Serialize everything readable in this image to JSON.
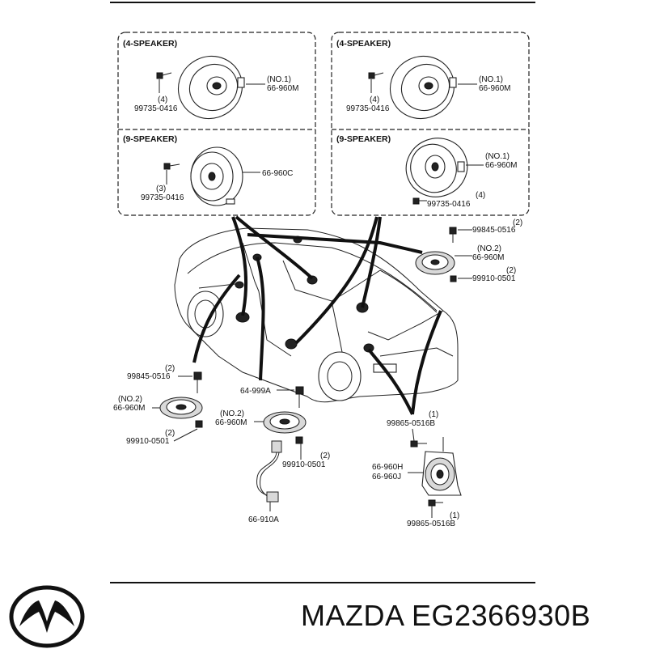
{
  "panels": {
    "top_left_header": "(4-SPEAKER)",
    "top_left_screw_part": "99735-0416",
    "top_left_screw_qty": "(4)",
    "top_left_speaker_no": "(NO.1)",
    "top_left_speaker_part": "66-960M",
    "top_right_header": "(4-SPEAKER)",
    "top_right_screw_part": "99735-0416",
    "top_right_screw_qty": "(4)",
    "top_right_speaker_no": "(NO.1)",
    "top_right_speaker_part": "66-960M",
    "mid_left_header": "(9-SPEAKER)",
    "mid_left_speaker_part": "66-960C",
    "mid_left_screw_part": "99735-0416",
    "mid_left_screw_qty": "(3)",
    "mid_right_header": "(9-SPEAKER)",
    "mid_right_speaker_no": "(NO.1)",
    "mid_right_speaker_part": "66-960M",
    "mid_right_screw_part": "99735-0416",
    "mid_right_screw_qty": "(4)"
  },
  "callouts": {
    "rear_bolt_qty": "(2)",
    "rear_bolt_part": "99845-0516",
    "rear_speaker_no": "(NO.2)",
    "rear_speaker_part": "66-960M",
    "rear_nut_qty": "(2)",
    "rear_nut_part": "99910-0501",
    "left_bolt_qty": "(2)",
    "left_bolt_part": "99845-0516",
    "left_speaker_no": "(NO.2)",
    "left_speaker_part": "66-960M",
    "left_nut_qty": "(2)",
    "left_nut_part": "99910-0501",
    "center_bolt_part": "64-999A",
    "center_speaker_no": "(NO.2)",
    "center_speaker_part": "66-960M",
    "center_nut_qty": "(2)",
    "center_nut_part": "99910-0501",
    "harness_part": "66-910A",
    "tweeter_top_qty": "(1)",
    "tweeter_top_part": "99865-0516B",
    "tweeter_part_h": "66-960H",
    "tweeter_part_j": "66-960J",
    "tweeter_bottom_qty": "(1)",
    "tweeter_bottom_part": "99865-0516B"
  },
  "caption": {
    "brand": "MAZDA",
    "part_number": "EG2366930B"
  },
  "icons": {
    "logo": "mazda-logo-icon"
  },
  "colors": {
    "ink": "#111111",
    "background": "#ffffff"
  }
}
